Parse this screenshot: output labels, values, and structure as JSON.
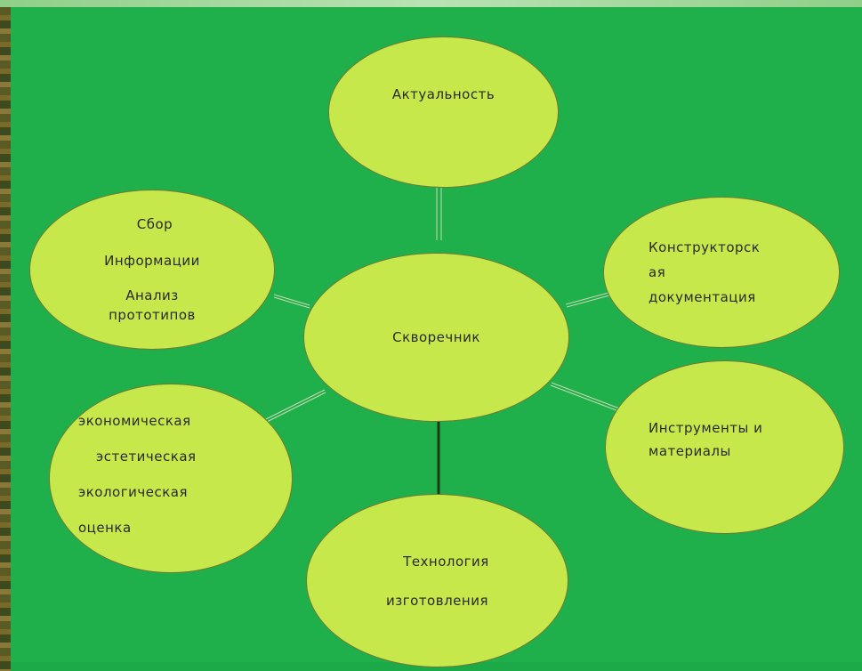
{
  "diagram": {
    "center": "Скворечник",
    "nodes": {
      "relevance": [
        "Актуальность"
      ],
      "info": [
        "Сбор",
        "Информации",
        "Анализ",
        "прототипов"
      ],
      "docs": [
        "Конструкторск",
        "ая",
        "документация"
      ],
      "tools": [
        "Инструменты и",
        "материалы"
      ],
      "assessment": [
        "экономическая",
        "эстетическая",
        "экологическая",
        "оценка"
      ],
      "technology": [
        "Технология",
        "изготовления"
      ]
    },
    "colors": {
      "background": "#1fb04c",
      "node_fill": "#c6e84a",
      "connector": "#c8d8b0",
      "strong_connector": "#1b3a14"
    }
  }
}
